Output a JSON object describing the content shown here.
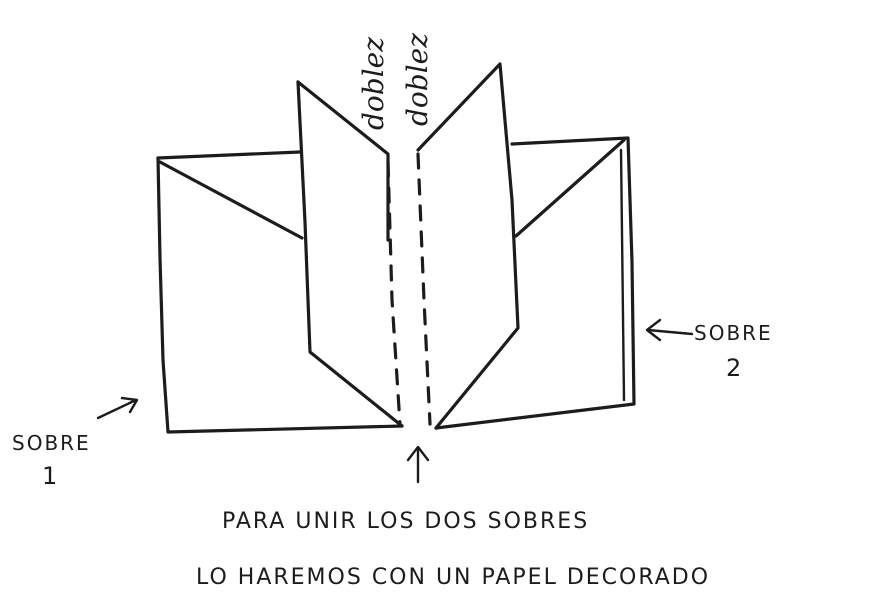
{
  "labels": {
    "fold_left": "doblez",
    "fold_right": "doblez",
    "envelope_1_word": "SOBRE",
    "envelope_1_number": "1",
    "envelope_2_word": "SOBRE",
    "envelope_2_number": "2",
    "caption_line_1": "PARA UNIR LOS DOS SOBRES",
    "caption_line_2": "LO HAREMOS CON UN PAPEL DECORADO"
  }
}
